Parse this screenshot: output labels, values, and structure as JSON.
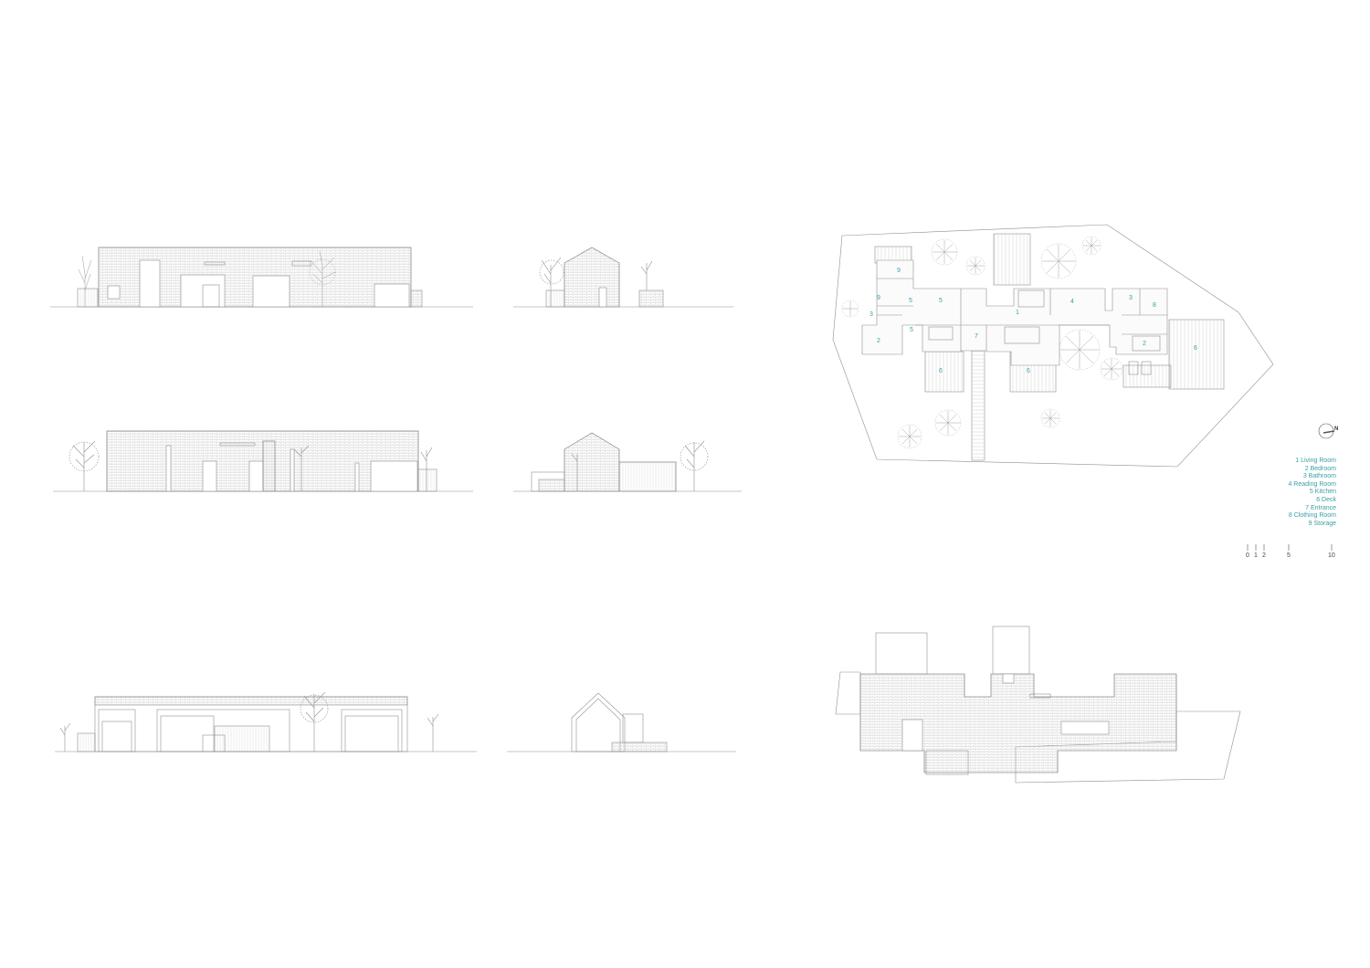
{
  "legend": [
    "1 Living Room",
    "2 Bedroom",
    "3 Bathroom",
    "4 Reading Room",
    "5 Kitchen",
    "6 Deck",
    "7 Entrance",
    "8 Clothing Room",
    "9 Storage"
  ],
  "scale": [
    "0",
    "1",
    "2",
    "5",
    "10"
  ],
  "compass": "N",
  "room_tags": {
    "living": "1",
    "bed_a": "2",
    "bed_b": "2",
    "bath_a": "3",
    "bath_b": "3",
    "reading": "4",
    "kitchen_a": "5",
    "kitchen_b": "5",
    "kitchen_c": "5",
    "deck_a": "6",
    "deck_b": "6",
    "deck_c": "6",
    "entrance": "7",
    "clothing": "8",
    "storage_a": "9",
    "storage_b": "9"
  },
  "colors": {
    "line": "#9a9a9a",
    "hatch": "#c9c9c9",
    "accent": "#3a9ea5"
  }
}
